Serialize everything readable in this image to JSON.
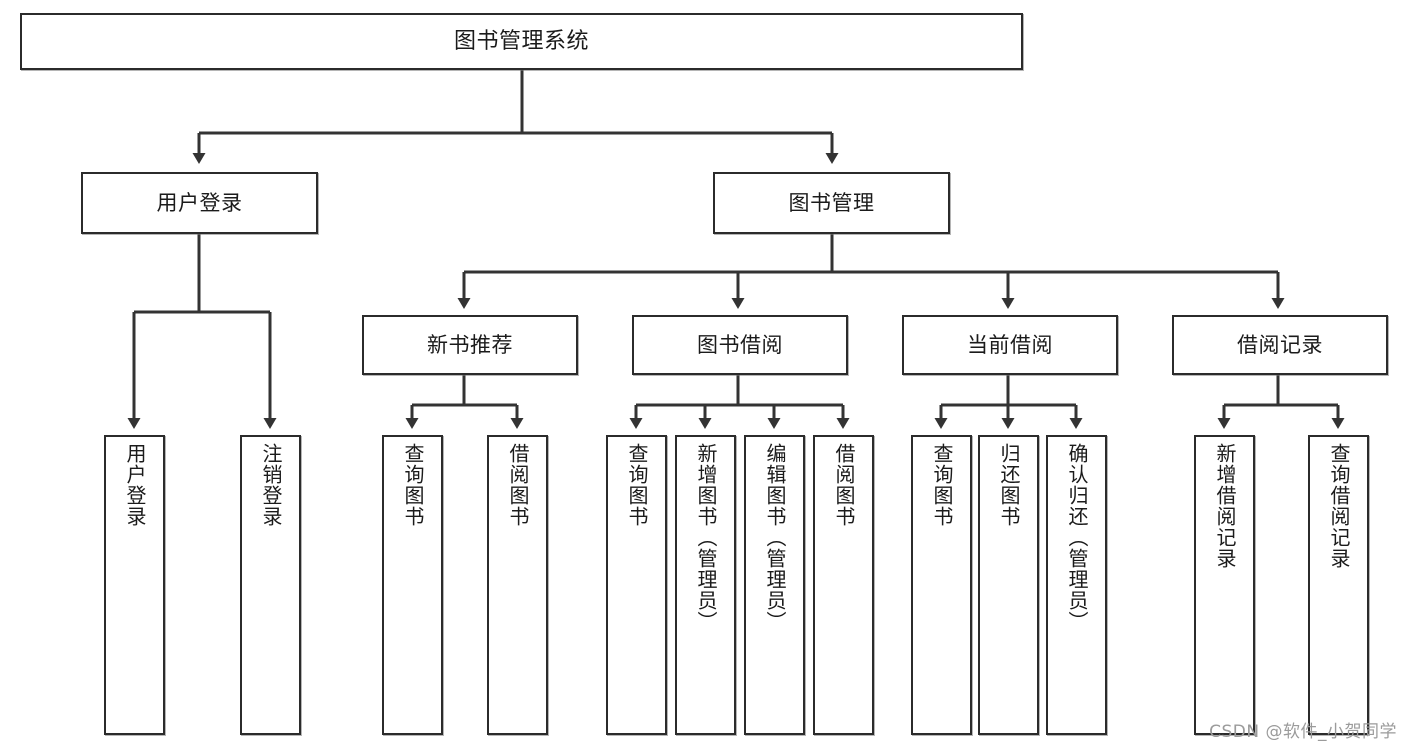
{
  "diagram": {
    "title": "图书管理系统",
    "type": "tree-hierarchy",
    "root": {
      "label": "图书管理系统"
    },
    "level2": [
      {
        "label": "用户登录"
      },
      {
        "label": "图书管理"
      }
    ],
    "level3": [
      {
        "label": "新书推荐"
      },
      {
        "label": "图书借阅"
      },
      {
        "label": "当前借阅"
      },
      {
        "label": "借阅记录"
      }
    ],
    "leaves": {
      "user_login": [
        {
          "label": "用户登录"
        },
        {
          "label": "注销登录"
        }
      ],
      "new_book_recommend": [
        {
          "label": "查询图书"
        },
        {
          "label": "借阅图书"
        }
      ],
      "book_borrow": [
        {
          "label": "查询图书"
        },
        {
          "label": "新增图书（管理员）"
        },
        {
          "label": "编辑图书（管理员）"
        },
        {
          "label": "借阅图书"
        }
      ],
      "current_borrow": [
        {
          "label": "查询图书"
        },
        {
          "label": "归还图书"
        },
        {
          "label": "确认归还（管理员）"
        }
      ],
      "borrow_record": [
        {
          "label": "新增借阅记录"
        },
        {
          "label": "查询借阅记录"
        }
      ]
    }
  },
  "watermark": {
    "text": "CSDN @软件_小贺同学"
  },
  "colors": {
    "border": "#2b2b2b",
    "line": "#333333",
    "text": "#1b1b1b",
    "background": "#ffffff",
    "watermark": "#9b9b9b"
  }
}
